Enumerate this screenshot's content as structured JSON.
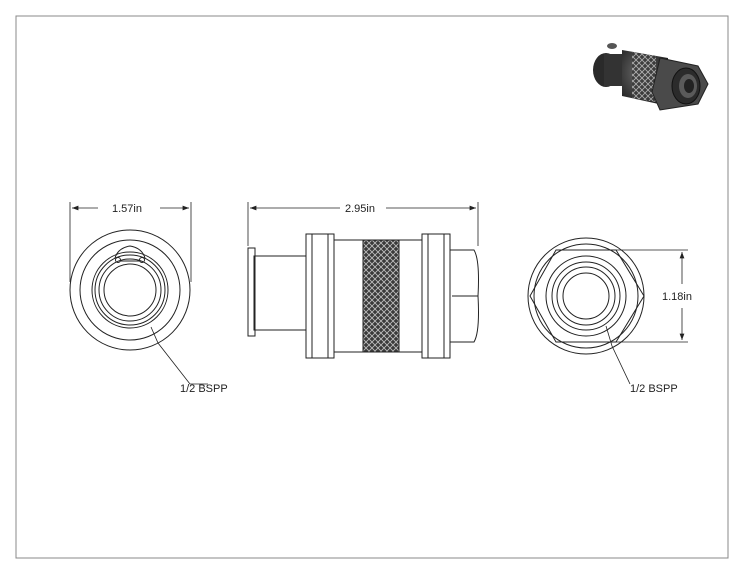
{
  "drawing": {
    "left_view": {
      "width_dim": "1.57in",
      "callout": "1/2 BSPP"
    },
    "front_view": {
      "length_dim": "2.95in"
    },
    "right_view": {
      "height_dim": "1.18in",
      "callout": "1/2 BSPP"
    }
  }
}
